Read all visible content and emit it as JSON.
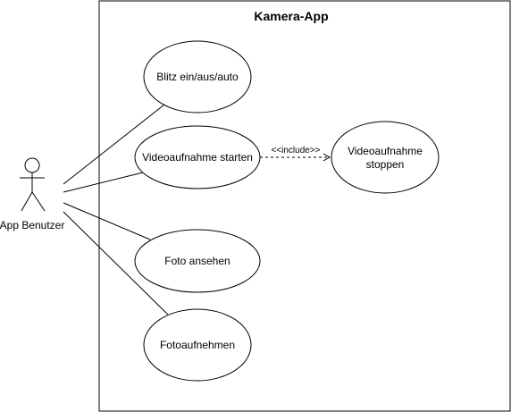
{
  "system": {
    "title": "Kamera-App"
  },
  "actor": {
    "label": "App Benutzer"
  },
  "use_cases": {
    "blitz": "Blitz ein/aus/auto",
    "video_start": "Videoaufnahme starten",
    "video_stop_line1": "Videoaufnahme",
    "video_stop_line2": "stoppen",
    "foto_ansehen": "Foto ansehen",
    "fotoaufnehmen": "Fotoaufnehmen"
  },
  "relations": {
    "include": "<<include>>"
  }
}
